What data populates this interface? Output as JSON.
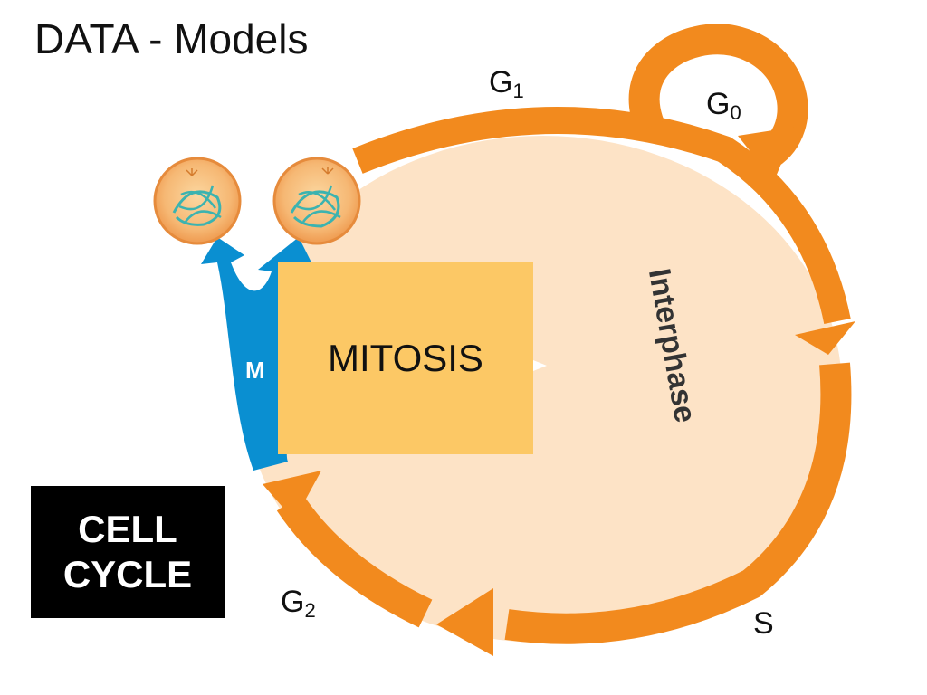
{
  "title": "DATA - Models",
  "phases": {
    "g1": {
      "main": "G",
      "sub": "1"
    },
    "g0": {
      "main": "G",
      "sub": "0"
    },
    "g2": {
      "main": "G",
      "sub": "2"
    },
    "s": "S",
    "m": "M",
    "interphase": "Interphase"
  },
  "mitosis_label": "MITOSIS",
  "cell_cycle_label": "CELL\nCYCLE",
  "colors": {
    "orange_arrow": "#f28a1e",
    "blue_arrow": "#0a8fd1",
    "interphase_fill": "#fde3c6",
    "mitosis_box": "#fcc865",
    "cell_cycle_box": "#000000",
    "cell_membrane": "#f0a558",
    "chromosome": "#3bb3b0"
  }
}
